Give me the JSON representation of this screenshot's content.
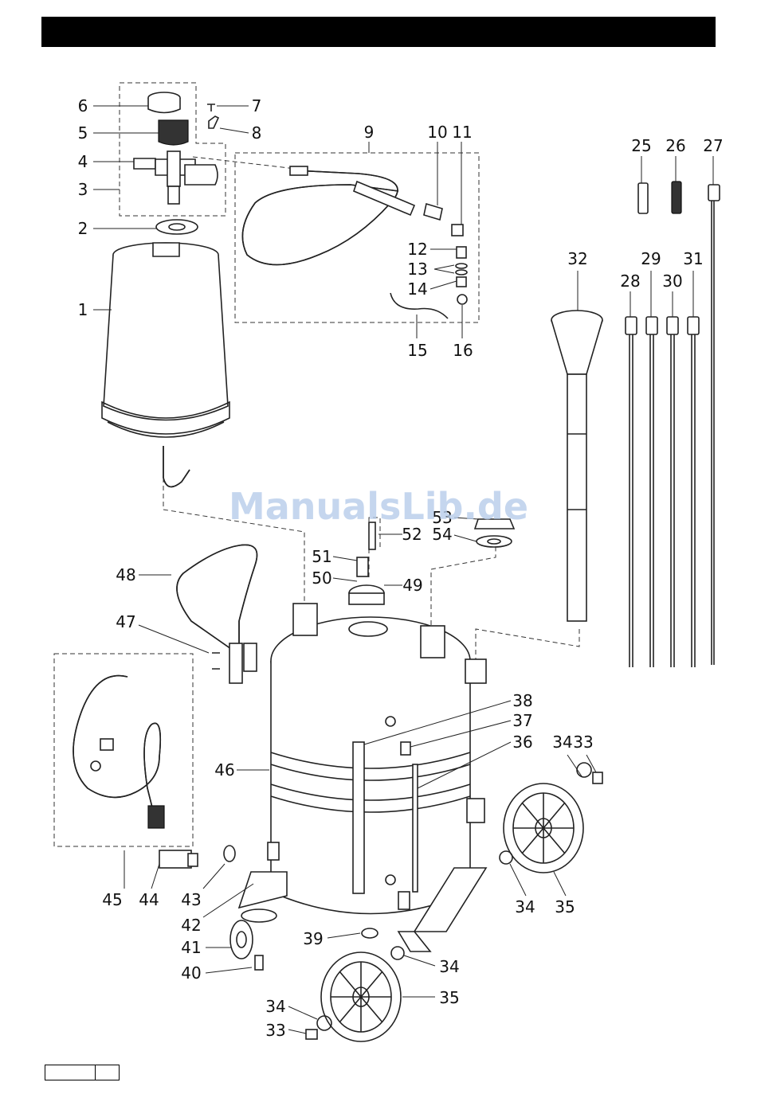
{
  "watermark": "ManualsLib.de",
  "labels": {
    "p1": "1",
    "p2": "2",
    "p3": "3",
    "p4": "4",
    "p5": "5",
    "p6": "6",
    "p7": "7",
    "p8": "8",
    "p9": "9",
    "p10": "10",
    "p11": "11",
    "p12": "12",
    "p13": "13",
    "p14": "14",
    "p15": "15",
    "p16": "16",
    "p25": "25",
    "p26": "26",
    "p27": "27",
    "p28": "28",
    "p29": "29",
    "p30": "30",
    "p31": "31",
    "p32": "32",
    "p33a": "33",
    "p33b": "33",
    "p34a": "34",
    "p34b": "34",
    "p34c": "34",
    "p34d": "34",
    "p35a": "35",
    "p35b": "35",
    "p36": "36",
    "p37": "37",
    "p38": "38",
    "p39": "39",
    "p40": "40",
    "p41": "41",
    "p42": "42",
    "p43": "43",
    "p44": "44",
    "p45": "45",
    "p46": "46",
    "p47": "47",
    "p48": "48",
    "p49": "49",
    "p50": "50",
    "p51": "51",
    "p52": "52",
    "p53": "53",
    "p54": "54"
  }
}
